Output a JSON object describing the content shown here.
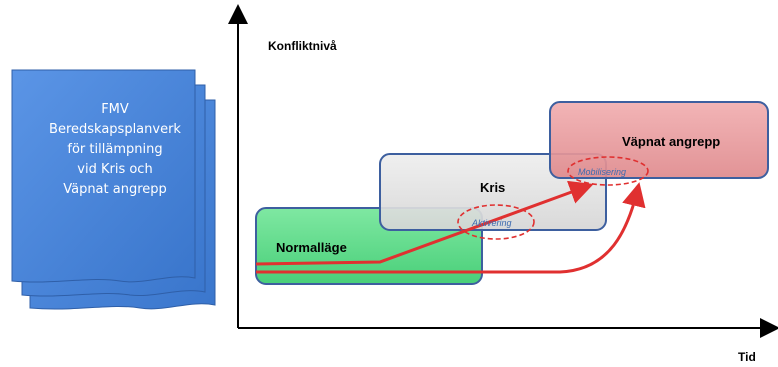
{
  "document_stack": {
    "lines": [
      "FMV",
      "Beredskapsplanverk",
      "för tillämpning",
      "vid Kris och",
      "Väpnat angrepp"
    ]
  },
  "axes": {
    "y_label": "Konfliktnivå",
    "x_label": "Tid"
  },
  "levels": [
    {
      "label": "Normalläge",
      "color": "#5fd98a"
    },
    {
      "label": "Kris",
      "color": "#e2e2e2"
    },
    {
      "label": "Väpnat angrepp",
      "color": "#e8999c"
    }
  ],
  "transitions": [
    {
      "label": "Aktivering"
    },
    {
      "label": "Mobilisering"
    }
  ],
  "colors": {
    "document": "#4a86d8",
    "arrow": "#e03030",
    "box_border": "#3d5f9f"
  }
}
